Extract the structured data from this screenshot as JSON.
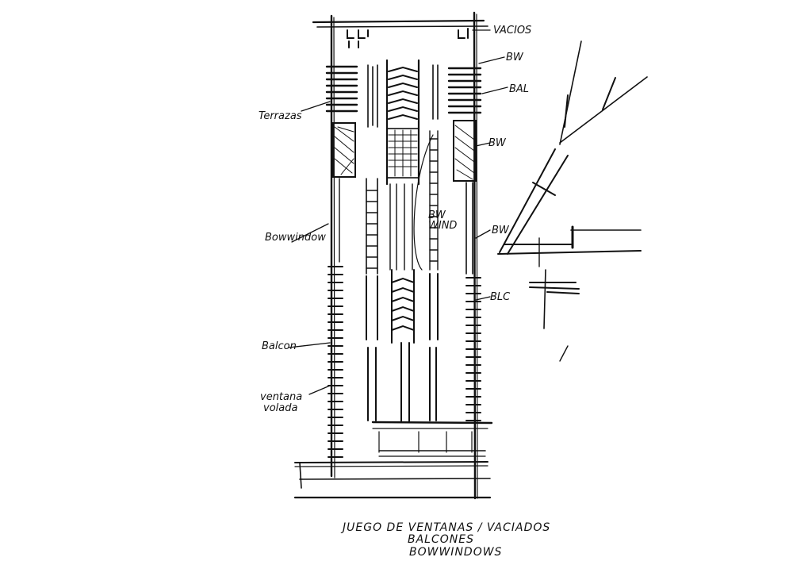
{
  "labels_left": {
    "terrazas": "Terrazas",
    "bowwindow": "Bowwindow",
    "balcon": "Balcon",
    "ventana_volada_1": "ventana",
    "ventana_volada_2": "volada"
  },
  "labels_right": {
    "vacios": "VACIOS",
    "bw_top": "BW",
    "bal": "BAL",
    "bw_mid": "BW",
    "bw_low": "BW",
    "blc": "BLC"
  },
  "labels_center": {
    "bw_wind_1": "BW",
    "bw_wind_2": "WIND"
  },
  "caption": {
    "line1": "JUEGO DE VENTANAS / VACIADOS",
    "line2": "BALCONES",
    "line3": "BOWWINDOWS"
  }
}
